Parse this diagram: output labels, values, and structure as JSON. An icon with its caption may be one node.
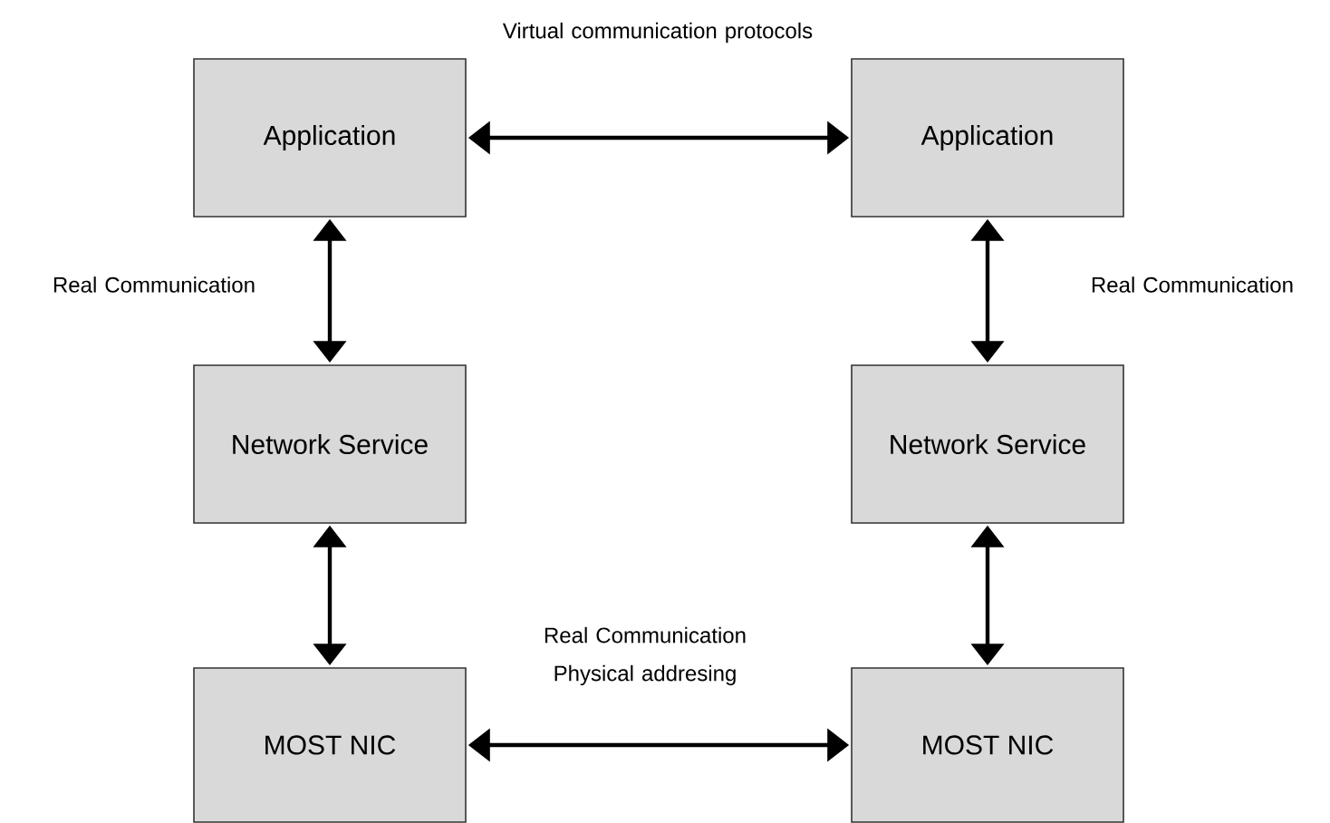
{
  "diagram": {
    "nodes": [
      {
        "text": [
          "Application"
        ]
      },
      {
        "text": [
          "Application"
        ]
      },
      {
        "text": [
          "Network Service"
        ]
      },
      {
        "text": [
          "Network Service"
        ]
      },
      {
        "text": [
          "MOST NIC"
        ]
      },
      {
        "text": [
          "MOST NIC"
        ]
      }
    ],
    "edges": [
      {
        "from": 0,
        "to": 1,
        "arrow": "both",
        "label": "Virtual communication protocols"
      },
      {
        "from": 0,
        "to": 2,
        "arrow": "both",
        "label": "Real Communication"
      },
      {
        "from": 1,
        "to": 3,
        "arrow": "both",
        "label": "Real Communication"
      },
      {
        "from": 2,
        "to": 4,
        "arrow": "both"
      },
      {
        "from": 3,
        "to": 5,
        "arrow": "both"
      },
      {
        "from": 4,
        "to": 5,
        "arrow": "both",
        "label": "Real Communication Physical addresing"
      }
    ]
  }
}
